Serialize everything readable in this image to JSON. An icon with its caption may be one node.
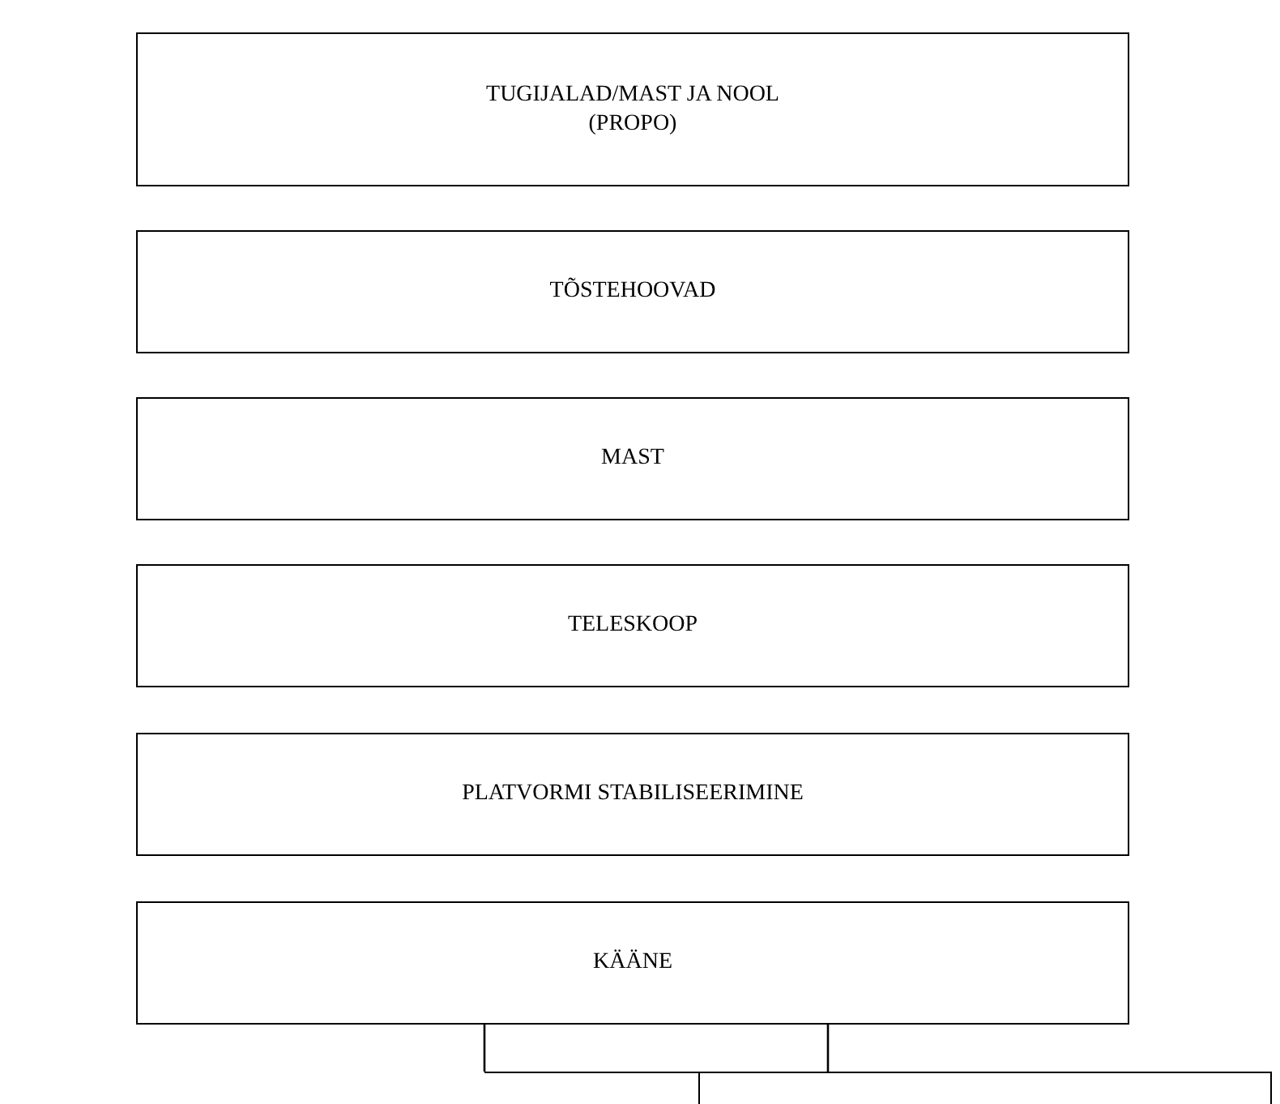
{
  "diagram": {
    "nodes": [
      {
        "text": [
          "TUGIJALAD/MAST JA NOOL (PROPO)"
        ]
      },
      {
        "text": [
          "TÕSTEHOOVAD"
        ]
      },
      {
        "text": [
          "MAST"
        ]
      },
      {
        "text": [
          "TELESKOOP"
        ]
      },
      {
        "text": [
          "PLATVORMI STABILISEERIMINE"
        ]
      },
      {
        "text": [
          "KÄÄNE"
        ]
      },
      {
        "text": [],
        "shape": "box"
      }
    ],
    "edges": [
      {
        "from": 5,
        "to": 6,
        "arrow": "none"
      },
      {
        "from": 5,
        "to": 6,
        "arrow": "none"
      }
    ]
  }
}
